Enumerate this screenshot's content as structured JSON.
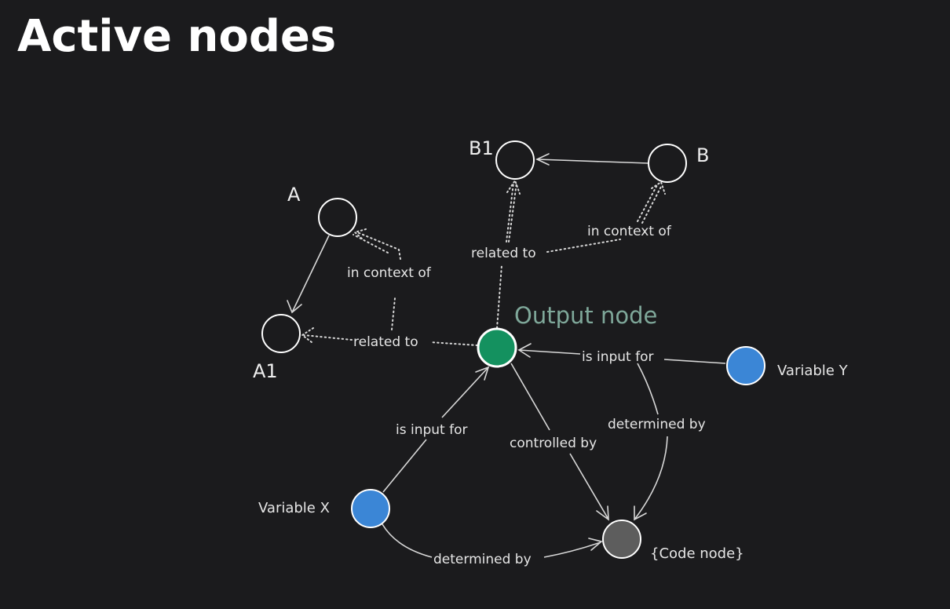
{
  "title": "Active nodes",
  "nodes": {
    "A": "A",
    "A1": "A1",
    "B": "B",
    "B1": "B1",
    "output": "Output node",
    "variable_x": "Variable X",
    "variable_y": "Variable Y",
    "code": "{Code node}"
  },
  "edges": {
    "a_context": "in context of",
    "a1_related": "related to",
    "b1_related": "related to",
    "b_context": "in context of",
    "y_input": "is input for",
    "x_input": "is input for",
    "controlled": "controlled by",
    "y_determined": "determined by",
    "x_determined": "determined by"
  },
  "colors": {
    "background": "#1b1b1d",
    "output_fill": "#14915f",
    "variable_fill": "#3b86d6",
    "code_fill": "#5d5d5d",
    "hollow_stroke": "#ffffff",
    "output_label": "#7fa89a"
  }
}
